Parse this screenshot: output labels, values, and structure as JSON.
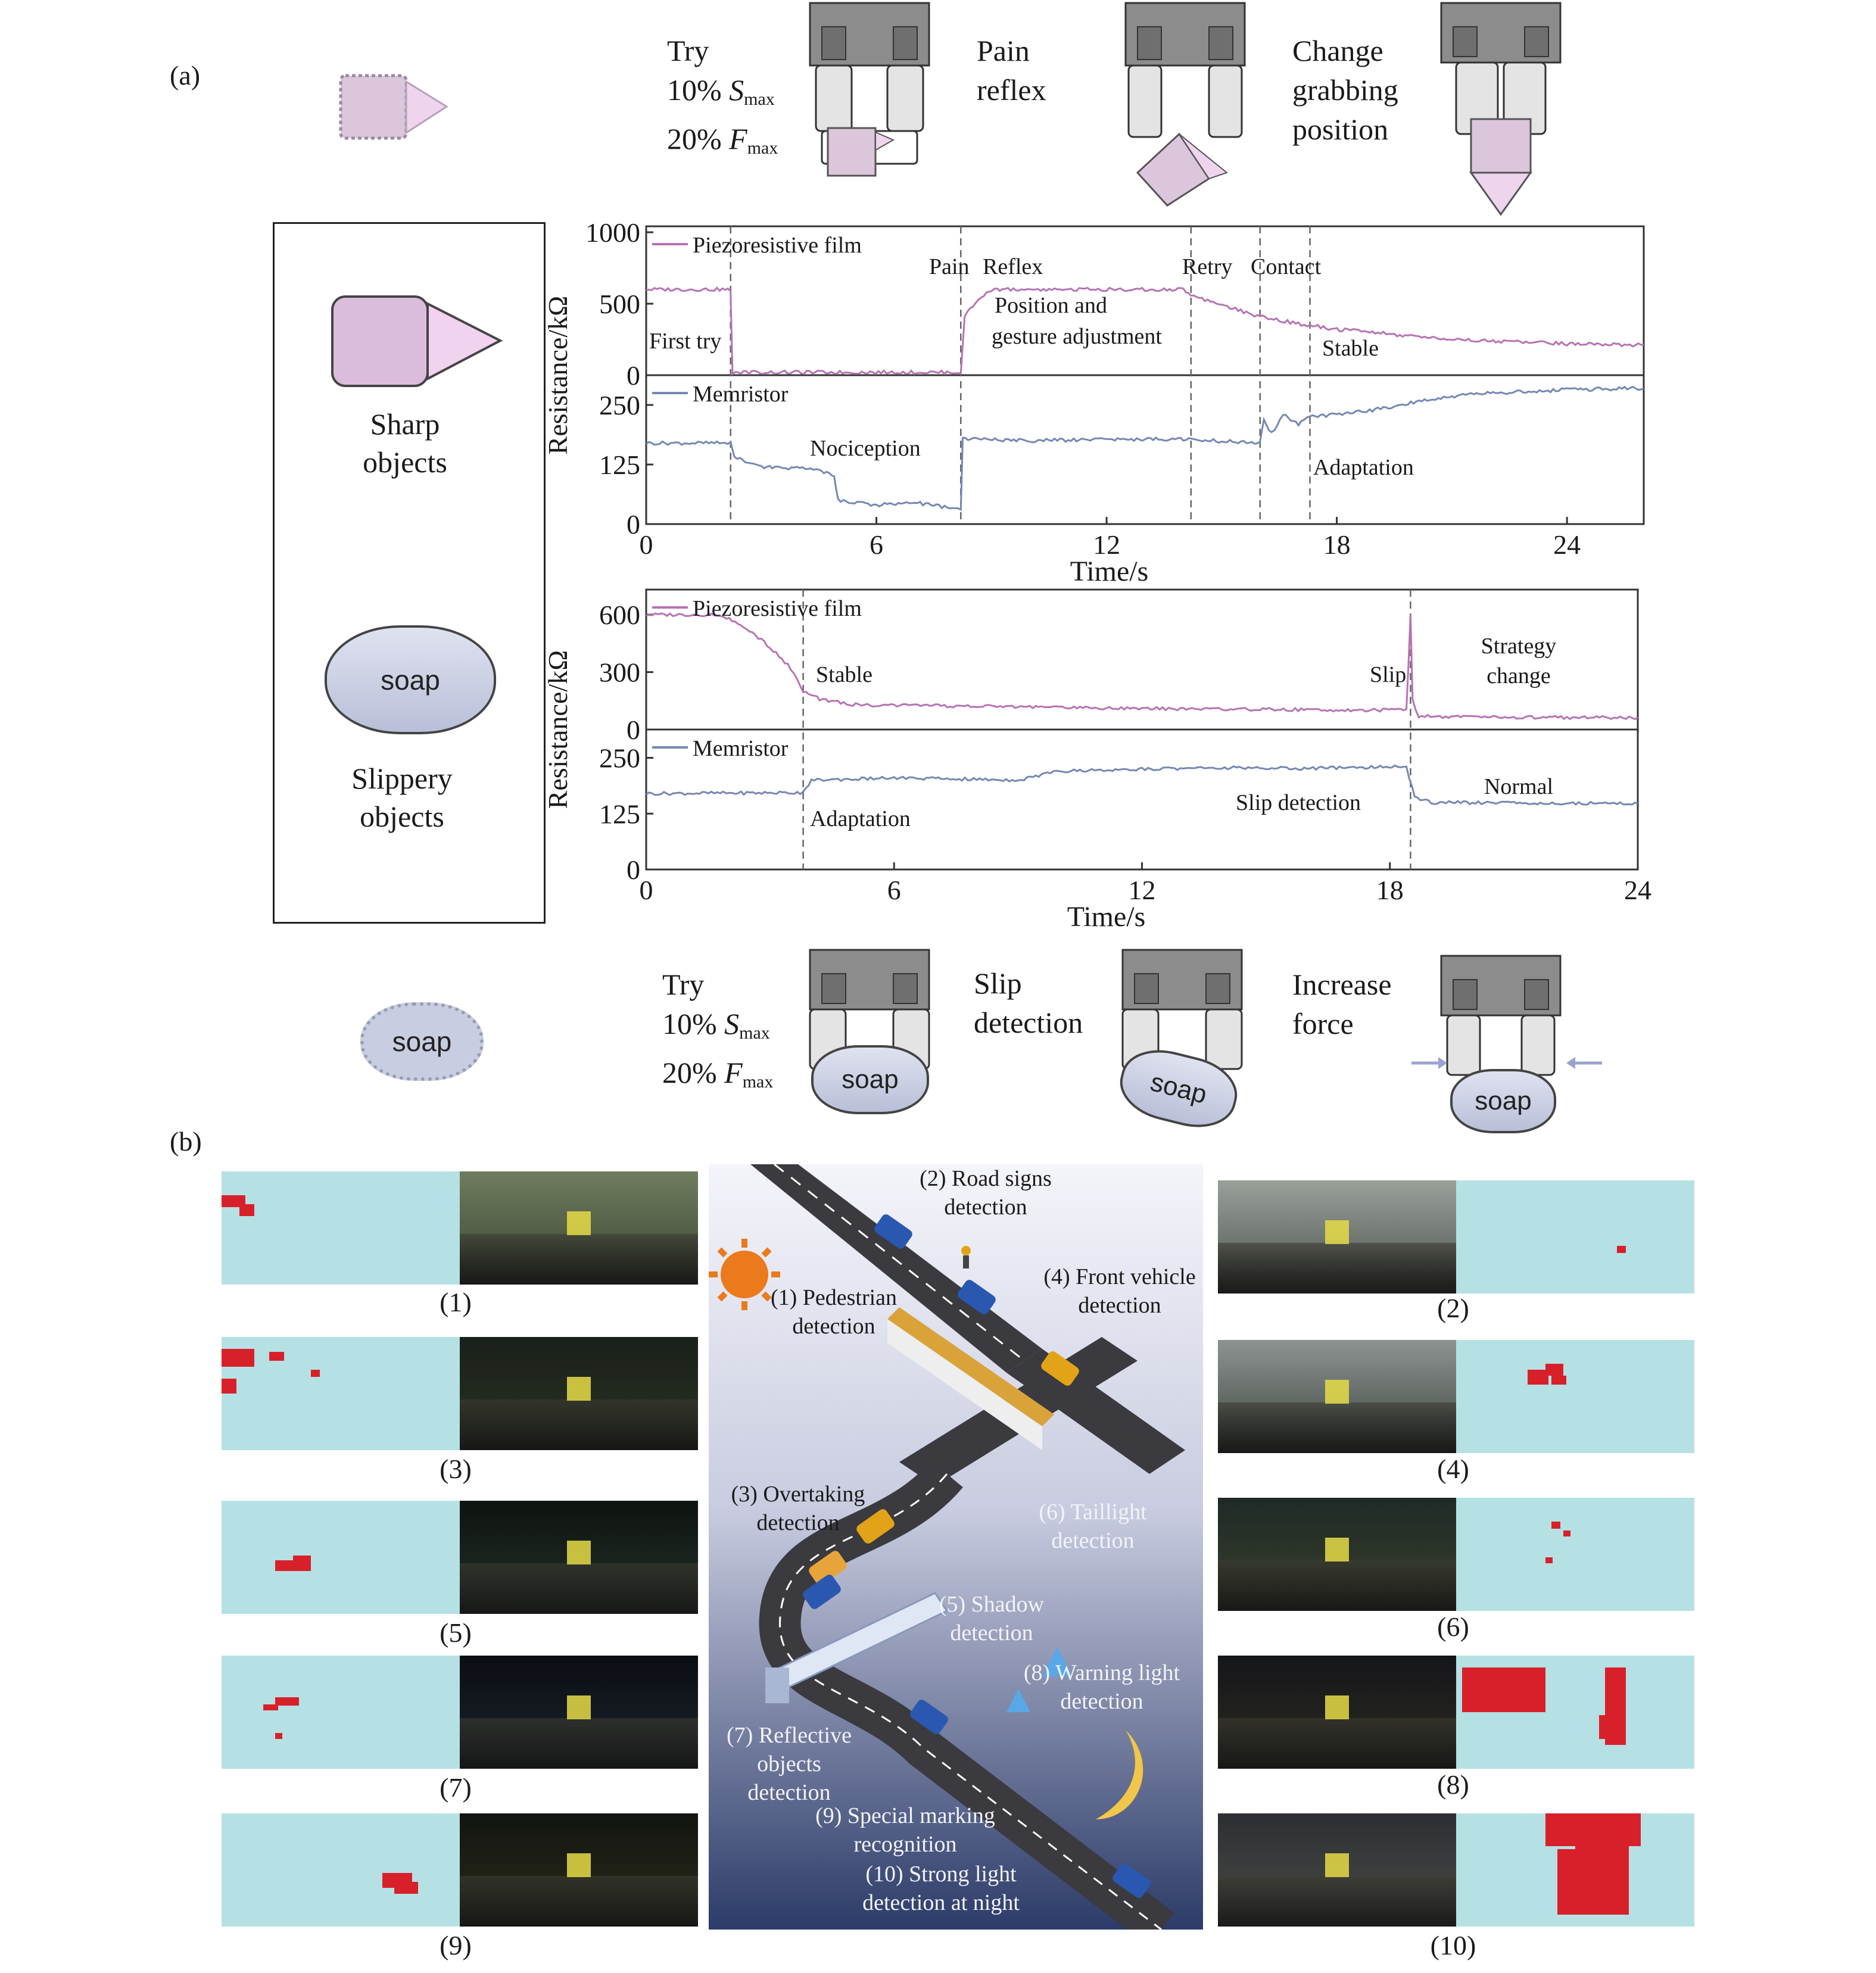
{
  "labels": {
    "panel_a": "(a)",
    "panel_b": "(b)"
  },
  "sharp_sequence": {
    "try_line1": "Try",
    "try_line2_pct": "10% ",
    "try_line2_var": "S",
    "try_line2_sub": "max",
    "try_line3_pct": "20% ",
    "try_line3_var": "F",
    "try_line3_sub": "max",
    "pain_reflex_1": "Pain",
    "pain_reflex_2": "reflex",
    "change_1": "Change",
    "change_2": "grabbing",
    "change_3": "position"
  },
  "soap_sequence": {
    "try_line1": "Try",
    "try_line2_pct": "10% ",
    "try_line2_var": "S",
    "try_line2_sub": "max",
    "try_line3_pct": "20% ",
    "try_line3_var": "F",
    "try_line3_sub": "max",
    "slip_1": "Slip",
    "slip_2": "detection",
    "increase_1": "Increase",
    "increase_2": "force",
    "soap_word": "soap"
  },
  "objects": {
    "sharp_1": "Sharp",
    "sharp_2": "objects",
    "soap_word": "soap",
    "slippery_1": "Slippery",
    "slippery_2": "objects"
  },
  "colors": {
    "piezo": "#b673b3",
    "memristor": "#7488b2",
    "heat_bg": "#b5e1e4",
    "heat_mark": "#d8202a",
    "scene_top": "#f4f5fa",
    "scene_bottom": "#2c3b68"
  },
  "chart_data": [
    {
      "type": "line",
      "xlabel": "Time/s",
      "ylabel": "Resistance/kΩ",
      "xlim": [
        0,
        26
      ],
      "xticks": [
        "0",
        "6",
        "12",
        "18",
        "24"
      ],
      "event_lines_x": [
        2.2,
        8.2,
        14.2,
        16.0,
        17.3
      ],
      "panels": [
        {
          "series_name": "Piezoresistive film",
          "ylim": [
            0,
            1000
          ],
          "yticks": [
            "0",
            "500",
            "1000"
          ],
          "x": [
            0,
            2.2,
            2.25,
            8.2,
            8.3,
            8.8,
            9.0,
            12,
            14.0,
            14.2,
            15.0,
            16.0,
            17.0,
            17.3,
            18,
            19,
            20,
            21,
            22,
            23,
            24,
            25,
            26
          ],
          "y": [
            600,
            600,
            20,
            20,
            420,
            560,
            600,
            600,
            600,
            560,
            490,
            410,
            360,
            350,
            320,
            300,
            270,
            250,
            240,
            230,
            220,
            215,
            210
          ],
          "annotations": [
            "First try",
            "Pain",
            "Reflex",
            "Position and",
            "gesture adjustment",
            "Retry",
            "Contact",
            "Stable"
          ]
        },
        {
          "series_name": "Memristor",
          "ylim": [
            0,
            300
          ],
          "yticks": [
            "0",
            "125",
            "250"
          ],
          "x": [
            0,
            2.2,
            2.3,
            3.0,
            4.5,
            4.9,
            5.0,
            6,
            7,
            8.2,
            8.25,
            10,
            12,
            14,
            16.0,
            16.1,
            16.3,
            16.6,
            17.0,
            17.3,
            18,
            19,
            20,
            21,
            22,
            24,
            26
          ],
          "y": [
            170,
            170,
            140,
            120,
            115,
            100,
            50,
            40,
            45,
            30,
            178,
            175,
            178,
            178,
            170,
            220,
            190,
            230,
            210,
            225,
            230,
            240,
            255,
            268,
            275,
            282,
            285
          ],
          "annotations": [
            "Nociception",
            "Adaptation"
          ]
        }
      ]
    },
    {
      "type": "line",
      "xlabel": "Time/s",
      "ylabel": "Resistance/kΩ",
      "xlim": [
        0,
        24
      ],
      "xticks": [
        "0",
        "6",
        "12",
        "18",
        "24"
      ],
      "event_lines_x": [
        3.8,
        18.5
      ],
      "panels": [
        {
          "series_name": "Piezoresistive film",
          "ylim": [
            0,
            700
          ],
          "yticks": [
            "0",
            "300",
            "600"
          ],
          "x": [
            0,
            1.8,
            2.5,
            3.0,
            3.5,
            3.8,
            4.2,
            5,
            6,
            9,
            12,
            15,
            18.4,
            18.5,
            18.55,
            18.7,
            20,
            24
          ],
          "y": [
            600,
            600,
            520,
            430,
            320,
            200,
            160,
            130,
            125,
            120,
            110,
            105,
            100,
            600,
            150,
            70,
            65,
            62
          ],
          "annotations": [
            "Stable",
            "Slip",
            "Strategy",
            "change"
          ]
        },
        {
          "series_name": "Memristor",
          "ylim": [
            0,
            300
          ],
          "yticks": [
            "0",
            "125",
            "250"
          ],
          "x": [
            0,
            3.8,
            4.0,
            6,
            9,
            10,
            12,
            14,
            16,
            18.4,
            18.6,
            19,
            24
          ],
          "y": [
            170,
            172,
            200,
            205,
            200,
            220,
            225,
            228,
            226,
            230,
            160,
            150,
            148
          ],
          "annotations": [
            "Adaptation",
            "Slip detection",
            "Normal"
          ]
        }
      ]
    }
  ],
  "scene": {
    "captions": [
      "(1)",
      "(2)",
      "(3)",
      "(4)",
      "(5)",
      "(6)",
      "(7)",
      "(8)",
      "(9)",
      "(10)"
    ],
    "road_signs_1": "(2) Road signs",
    "road_signs_2": "detection",
    "pedestrian_1": "(1) Pedestrian",
    "pedestrian_2": "detection",
    "front_vehicle_1": "(4) Front vehicle",
    "front_vehicle_2": "detection",
    "overtaking_1": "(3) Overtaking",
    "overtaking_2": "detection",
    "taillight_1": "(6) Taillight",
    "taillight_2": "detection",
    "shadow_1": "(5) Shadow",
    "shadow_2": "detection",
    "warning_1": "(8) Warning light",
    "warning_2": "detection",
    "reflective_1": "(7) Reflective",
    "reflective_2": "objects",
    "reflective_3": "detection",
    "special_1": "(9) Special marking",
    "special_2": "recognition",
    "strong_1": "(10) Strong light",
    "strong_2": "detection at night"
  }
}
